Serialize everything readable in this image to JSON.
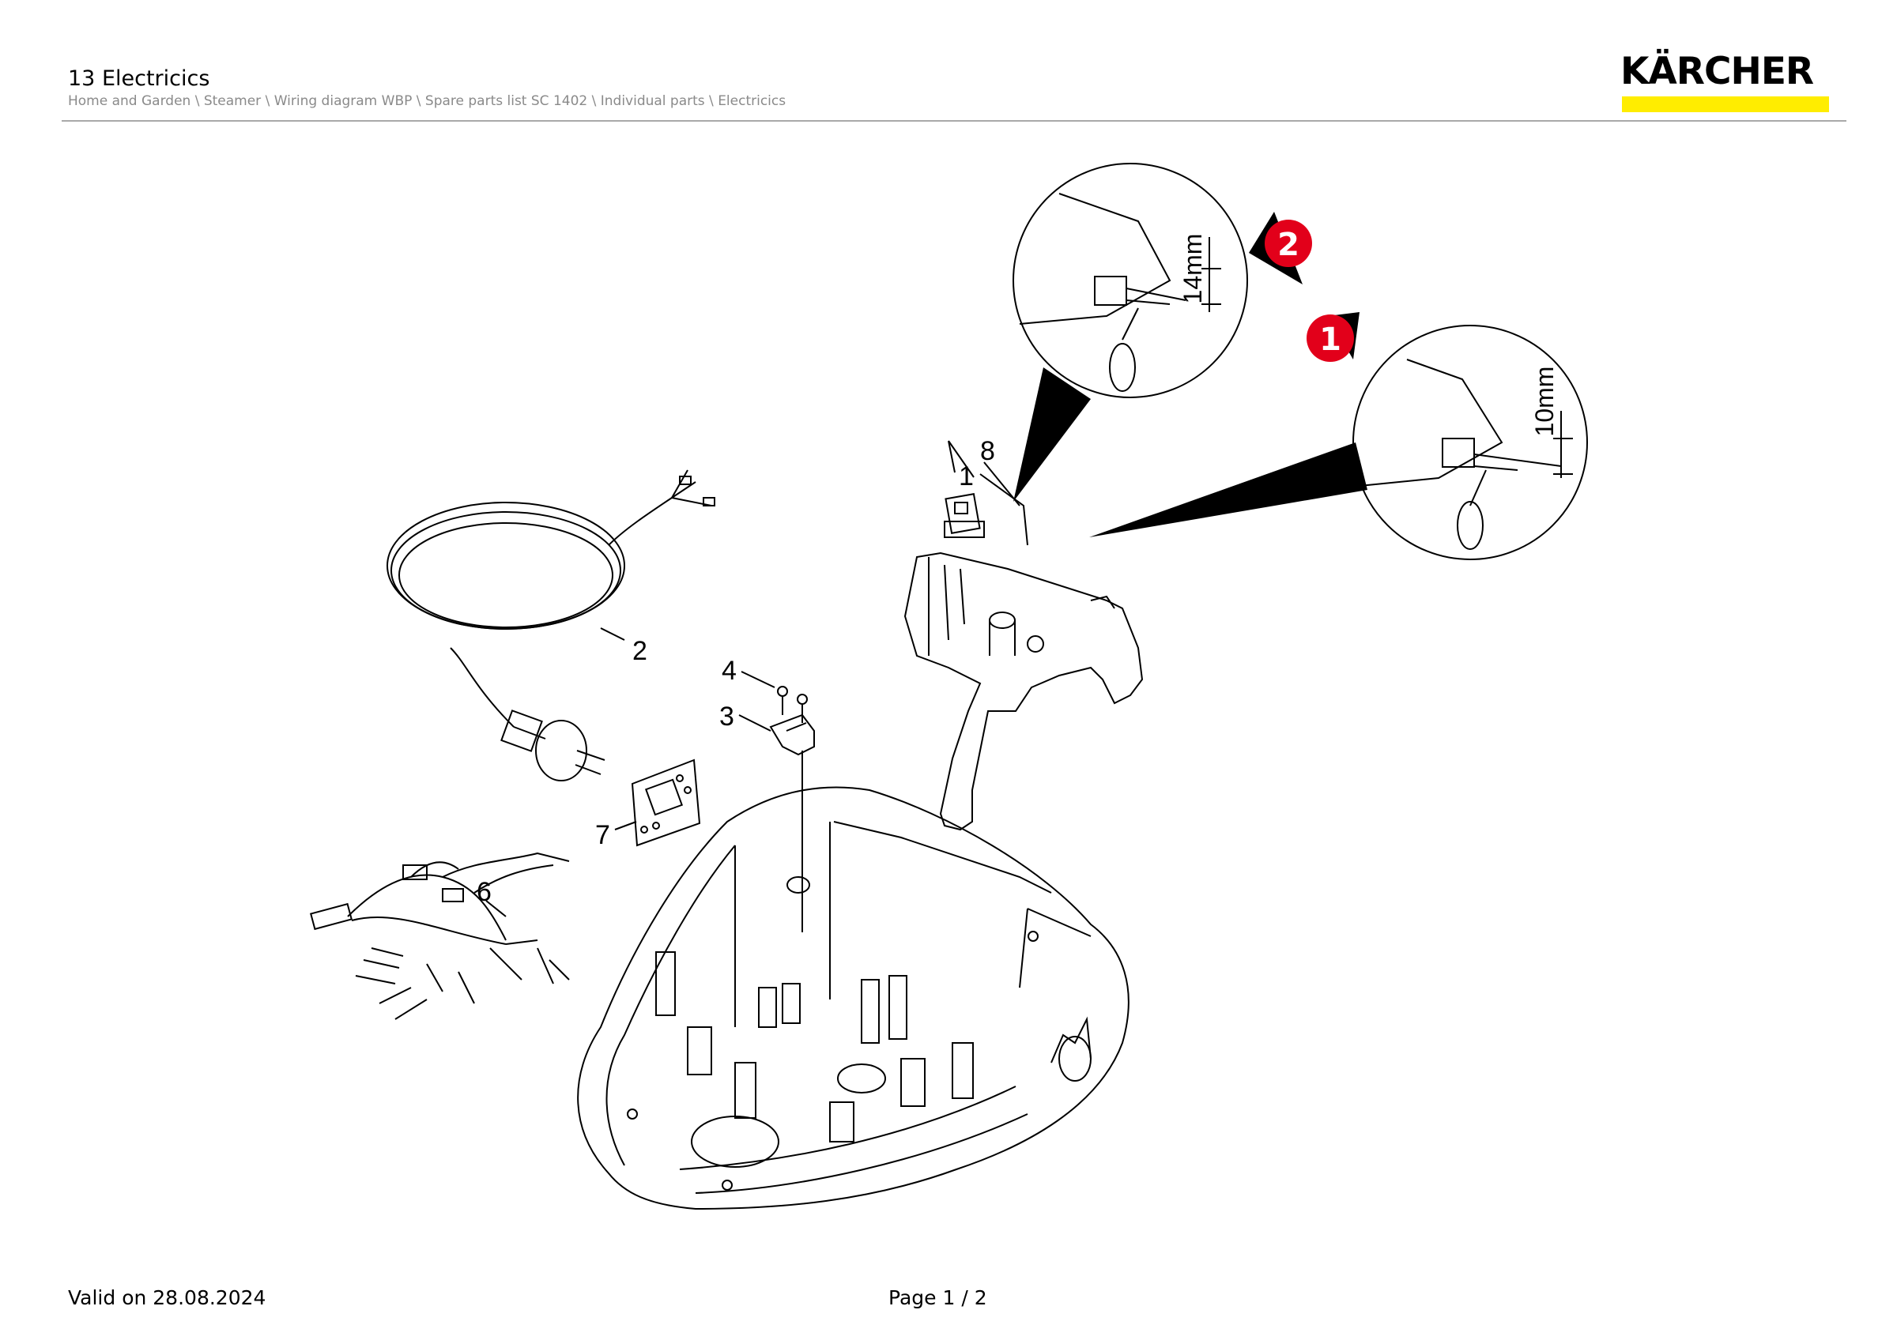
{
  "header": {
    "title": "13 Electricics",
    "breadcrumb": "Home and Garden \\ Steamer \\ Wiring diagram WBP \\ Spare parts list SC 1402 \\ Individual parts \\ Electricics"
  },
  "logo": {
    "text": "KÄRCHER",
    "bar_color": "#ffed00"
  },
  "diagram": {
    "callouts": [
      "1",
      "2",
      "3",
      "4",
      "6",
      "7",
      "8"
    ],
    "detail_views": [
      {
        "badge": "2",
        "dimension": "14mm"
      },
      {
        "badge": "1",
        "dimension": "10mm"
      }
    ],
    "badge_color": "#e2001a"
  },
  "footer": {
    "valid": "Valid on 28.08.2024",
    "page": "Page 1 / 2"
  }
}
